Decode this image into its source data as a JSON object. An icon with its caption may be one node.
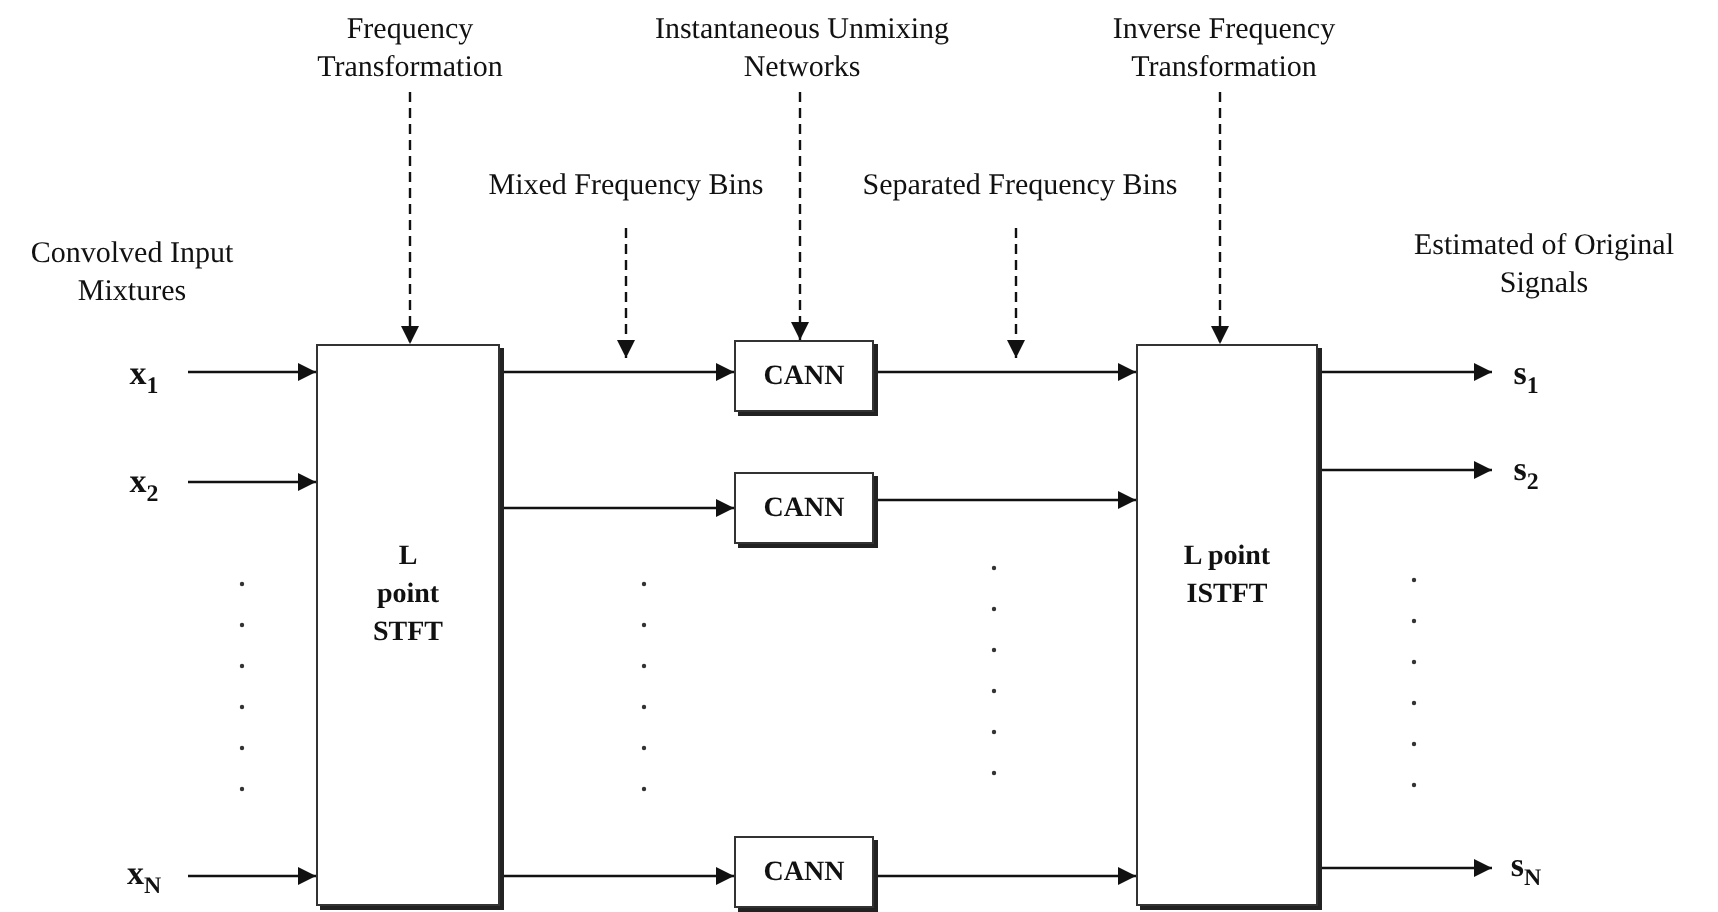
{
  "diagram": {
    "nodes": [
      {
        "text": [
          "Frequency Transformation"
        ]
      },
      {
        "text": [
          "Instantaneous Unmixing Networks"
        ]
      },
      {
        "text": [
          "Inverse Frequency Transformation"
        ]
      },
      {
        "text": [
          "Mixed Frequency Bins"
        ]
      },
      {
        "text": [
          "Separated Frequency Bins"
        ]
      },
      {
        "text": [
          "x$_{1}$"
        ]
      },
      {
        "text": [
          "L point STFT"
        ]
      },
      {
        "text": [
          "CANN"
        ]
      },
      {
        "text": [
          "L point ISTFT"
        ]
      },
      {
        "text": [
          "s$_{1}$"
        ]
      },
      {
        "text": [
          "x$_{2}$"
        ]
      },
      {
        "text": [
          "CANN"
        ]
      },
      {
        "text": [
          "s$_{2}$"
        ]
      },
      {
        "text": [
          "x$_{N}$"
        ]
      },
      {
        "text": [
          "CANN"
        ]
      },
      {
        "text": [
          "s$_{N}$"
        ]
      }
    ],
    "edges": [
      {
        "from": 0,
        "to": 6,
        "arrow": "to",
        "style": "dashed"
      },
      {
        "from": 1,
        "to": 7,
        "arrow": "to",
        "style": "dashed"
      },
      {
        "from": 2,
        "to": 8,
        "arrow": "to",
        "style": "dashed"
      },
      {
        "from": 3,
        "to": null,
        "arrow": "to",
        "style": "dashed"
      },
      {
        "from": 4,
        "to": null,
        "arrow": "to",
        "style": "dashed"
      },
      {
        "from": 5,
        "to": 6,
        "arrow": "to"
      },
      {
        "from": 10,
        "to": 6,
        "arrow": "to"
      },
      {
        "from": 13,
        "to": 6,
        "arrow": "to"
      },
      {
        "from": 6,
        "to": 7,
        "arrow": "to"
      },
      {
        "from": 6,
        "to": 11,
        "arrow": "to"
      },
      {
        "from": 6,
        "to": 14,
        "arrow": "to"
      },
      {
        "from": 7,
        "to": 8,
        "arrow": "to"
      },
      {
        "from": 11,
        "to": 8,
        "arrow": "to"
      },
      {
        "from": 14,
        "to": 8,
        "arrow": "to"
      },
      {
        "from": 8,
        "to": 9,
        "arrow": "to"
      },
      {
        "from": 8,
        "to": 12,
        "arrow": "to"
      },
      {
        "from": 8,
        "to": 15,
        "arrow": "to"
      }
    ],
    "labels": [
      "Convolved Input Mixtures",
      "Estimated of Original Signals"
    ]
  }
}
